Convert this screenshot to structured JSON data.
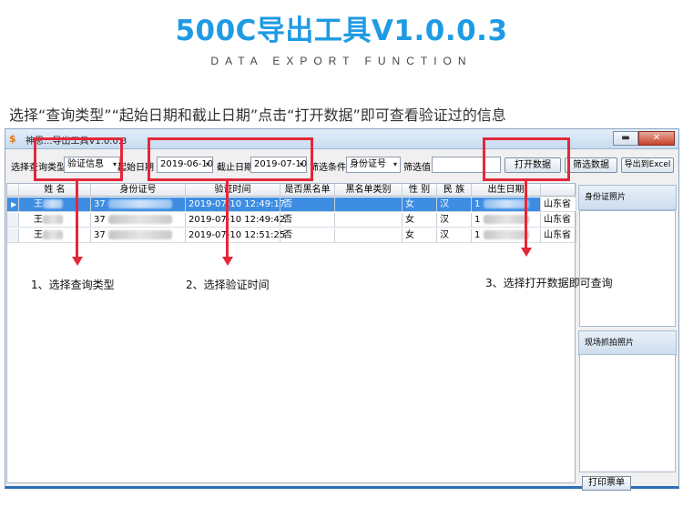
{
  "banner": {
    "title": "500C导出工具V1.0.0.3",
    "subtitle": "DATA EXPORT FUNCTION"
  },
  "instruction": "选择“查询类型”“起始日期和截止日期”点击“打开数据”即可查看验证过的信息",
  "window": {
    "title": "神思...导出工具V1.0.0.3",
    "app_icon": "$",
    "minimize": "▬",
    "close": "✕"
  },
  "toolbar": {
    "query_type_label": "选择查询类型",
    "query_type_value": "验证信息",
    "start_date_label": "起始日期",
    "start_date_value": "2019-06-10",
    "end_date_label": "截止日期",
    "end_date_value": "2019-07-10",
    "filter_label": "筛选条件",
    "filter_value": "身份证号",
    "filter_value_label": "筛选值",
    "filter_value_input": "",
    "open_button": "打开数据",
    "filter_button": "筛选数据",
    "export_button": "导出到Excel",
    "caret": "▾"
  },
  "grid": {
    "columns": [
      "姓 名",
      "身份证号",
      "验证时间",
      "是否黑名单",
      "黑名单类别",
      "性 别",
      "民 族",
      "出生日期",
      ""
    ],
    "rows": [
      {
        "name": "王",
        "id": "37",
        "time": "2019-07-10 12:49:17",
        "black": "否",
        "black_type": "",
        "gender": "女",
        "ethnic": "汉",
        "birth": "1",
        "address": "山东省",
        "marker": "▶"
      },
      {
        "name": "王",
        "id": "37",
        "time": "2019-07-10 12:49:42",
        "black": "否",
        "black_type": "",
        "gender": "女",
        "ethnic": "汉",
        "birth": "1",
        "address": "山东省",
        "marker": ""
      },
      {
        "name": "王",
        "id": "37",
        "time": "2019-07-10 12:51:25",
        "black": "否",
        "black_type": "",
        "gender": "女",
        "ethnic": "汉",
        "birth": "1",
        "address": "山东省",
        "marker": ""
      }
    ]
  },
  "side": {
    "id_photo_label": "身份证照片",
    "capture_label": "现场抓拍照片",
    "print_button": "打印票单"
  },
  "steps": {
    "step1": "1、选择查询类型",
    "step2": "2、选择验证时间",
    "step3": "3、选择打开数据即可查询"
  },
  "colors": {
    "accent": "#1f9be3",
    "highlight": "#e5273a",
    "selection": "#3d8de2"
  }
}
